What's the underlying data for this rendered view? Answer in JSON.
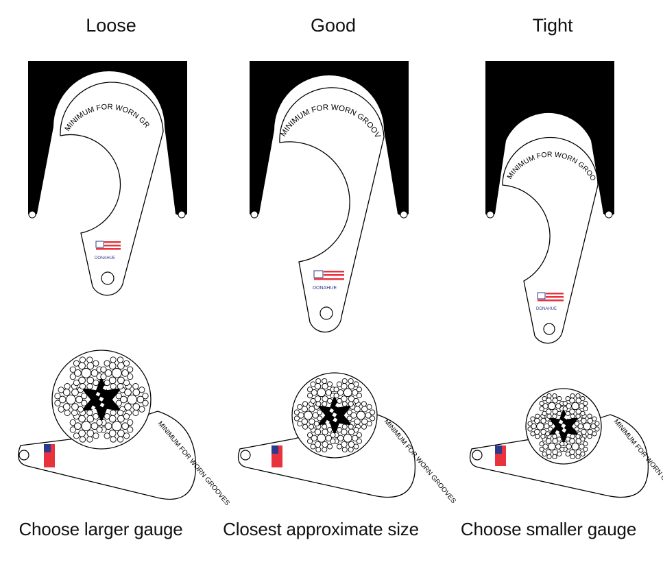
{
  "columns": [
    {
      "heading": "Loose",
      "caption": "Choose larger gauge",
      "gauge_text": "MINIMUM FOR WORN GROOVES",
      "brand": "DONAHUE"
    },
    {
      "heading": "Good",
      "caption": "Closest approximate size",
      "gauge_text": "MINIMUM FOR WORN GROOVES",
      "brand": "DONAHUE"
    },
    {
      "heading": "Tight",
      "caption": "Choose smaller gauge",
      "gauge_text": "MINIMUM FOR WORN GROOVES",
      "brand": "DONAHUE"
    }
  ],
  "colors": {
    "sheave": "#000000",
    "gauge_fill": "#ffffff",
    "flag_red": "#e8323c",
    "flag_blue": "#2b3a8c"
  }
}
